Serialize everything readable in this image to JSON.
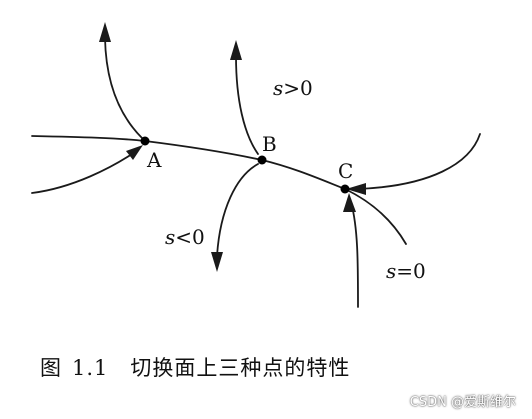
{
  "figure": {
    "points": [
      {
        "id": "A",
        "label": "A"
      },
      {
        "id": "B",
        "label": "B"
      },
      {
        "id": "C",
        "label": "C"
      }
    ],
    "region_labels": {
      "s_positive": {
        "var": "s",
        "rel": ">0"
      },
      "s_negative": {
        "var": "s",
        "rel": "<0"
      },
      "s_zero": {
        "var": "s",
        "rel": "=0"
      }
    }
  },
  "caption": {
    "prefix": "图",
    "number": "1.1",
    "text": "切换面上三种点的特性"
  },
  "watermark": {
    "text": "CSDN @爱斯维尔"
  }
}
